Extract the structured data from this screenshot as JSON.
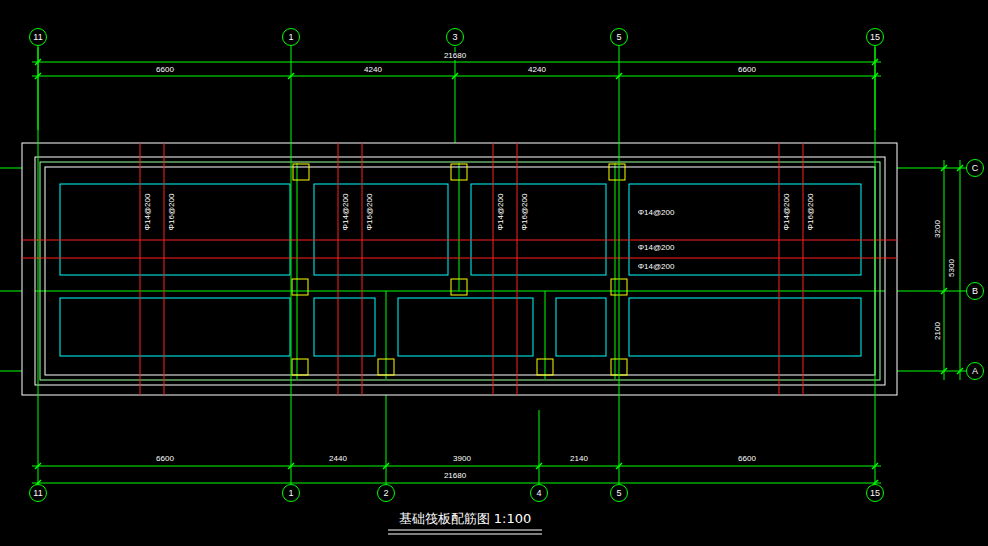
{
  "diagram": {
    "title": "基础筏板配筋图 1:100",
    "nodes": [
      {
        "text": [
          "11"
        ]
      },
      {
        "text": [
          "1"
        ]
      },
      {
        "text": [
          "3"
        ]
      },
      {
        "text": [
          "5"
        ]
      },
      {
        "text": [
          "15"
        ]
      },
      {
        "text": [
          "C"
        ]
      },
      {
        "text": [
          "B"
        ]
      },
      {
        "text": [
          "A"
        ]
      },
      {
        "text": [
          "11"
        ]
      },
      {
        "text": [
          "1"
        ]
      },
      {
        "text": [
          "2"
        ]
      },
      {
        "text": [
          "4"
        ]
      },
      {
        "text": [
          "5"
        ]
      },
      {
        "text": [
          "15"
        ]
      }
    ],
    "edges": [
      {
        "from": 0,
        "to": 8,
        "arrow": "none"
      },
      {
        "from": 1,
        "to": 9,
        "arrow": "none"
      },
      {
        "from": 3,
        "to": 12,
        "arrow": "none"
      },
      {
        "from": 4,
        "to": 13,
        "arrow": "none"
      }
    ],
    "labels": [
      "21680",
      "6600",
      "4240",
      "4240",
      "6600",
      "Φ14@200",
      "Φ16@200",
      "Φ14@200",
      "Φ16@200",
      "Φ14@200",
      "Φ16@200",
      "Φ14@200",
      "Φ16@200",
      "Φ14@200",
      "Φ14@200",
      "Φ14@200",
      "3200",
      "5300",
      "2100",
      "6600",
      "2440",
      "3900",
      "2140",
      "6600",
      "21680"
    ]
  }
}
